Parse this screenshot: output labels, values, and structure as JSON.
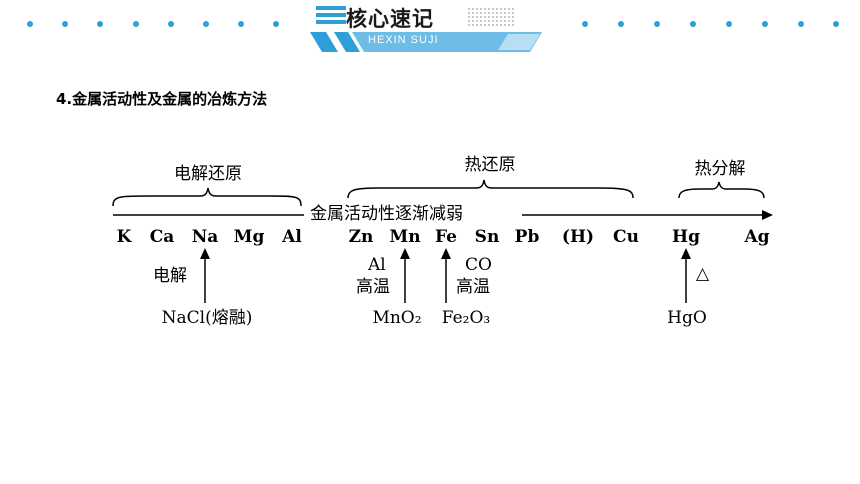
{
  "banner": {
    "title": "核心速记",
    "subtitle": "HEXIN SUJI",
    "accent_color": "#2e9fd8"
  },
  "heading": "4.金属活动性及金属的冶炼方法",
  "diagram": {
    "group_labels": {
      "electrolysis": "电解还原",
      "thermal_reduction": "热还原",
      "thermal_decomposition": "热分解"
    },
    "arrow_label": "金属活动性逐渐减弱",
    "elements": [
      "K",
      "Ca",
      "Na",
      "Mg",
      "Al",
      "Zn",
      "Mn",
      "Fe",
      "Sn",
      "Pb",
      "(H)",
      "Cu",
      "Hg",
      "Ag"
    ],
    "na_condition": "电解",
    "na_source": "NaCl(熔融)",
    "mn_reagent": "Al",
    "mn_condition": "高温",
    "mn_source": "MnO₂",
    "fe_reagent": "CO",
    "fe_condition": "高温",
    "fe_source": "Fe₂O₃",
    "hg_condition_icon": "heat-triangle-icon",
    "hg_condition": "△",
    "hg_source": "HgO"
  }
}
